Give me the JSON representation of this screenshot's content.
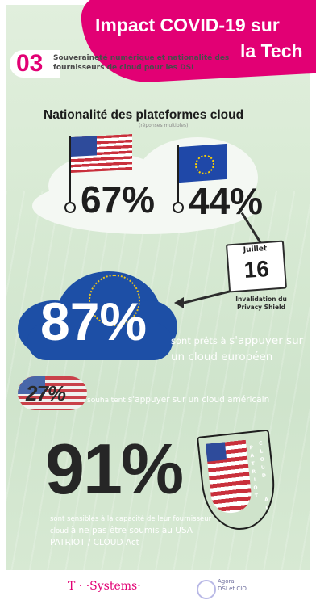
{
  "header": {
    "title_line1": "Impact COVID-19 sur",
    "title_line2": "la Tech",
    "section_number": "03",
    "subtitle": "Souveraineté numérique et nationalité des fournisseurs de cloud pour les DSI"
  },
  "platforms": {
    "title": "Nationalité des plateformes cloud",
    "note": "(réponses multiples)",
    "us_percent": "67%",
    "eu_percent": "44%"
  },
  "privacy_shield": {
    "month": "Juillet",
    "day": "16",
    "note": "Invalidation du Privacy Shield"
  },
  "stat_87": {
    "value": "87%",
    "text_lead": "sont prêts à",
    "text_highlight": "s'appuyer sur un cloud européen"
  },
  "stat_27": {
    "value": "27%",
    "text_lead": "souhaitent",
    "text_highlight": "s'appuyer sur un cloud américain"
  },
  "stat_91": {
    "value": "91%",
    "text_lead": "sont sensibles à la capacité de leur fournisseur cloud",
    "text_highlight": "à ne pas être soumis au USA PATRIOT / CLOUD Act"
  },
  "shield": {
    "left_text": "PATRIOT",
    "right_text": "CLOUD ACT"
  },
  "footer": {
    "brand": "T · ·Systems·",
    "partner_line1": "Agora",
    "partner_line2": "DSI et CIO"
  },
  "colors": {
    "magenta": "#e20074",
    "eu_blue": "#1d4fa6",
    "background": "#d8ead4"
  }
}
